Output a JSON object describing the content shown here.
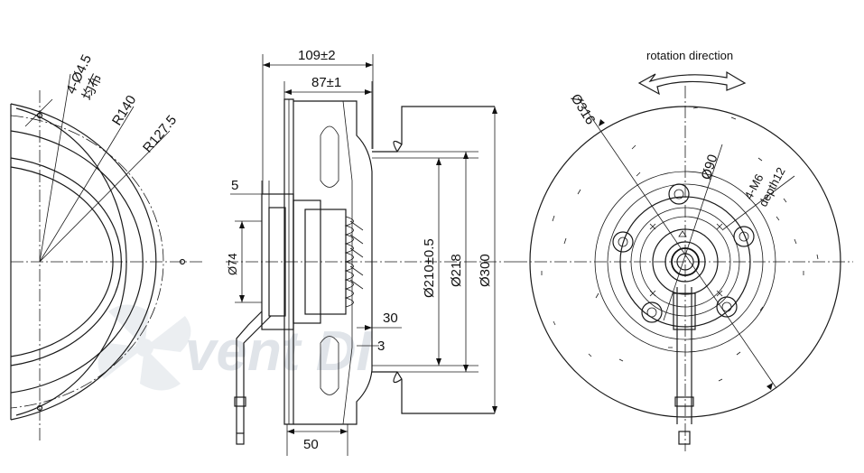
{
  "diagram": {
    "left_view": {
      "holes_label": "4-Ø4.5",
      "holes_note": "均布",
      "radius_outer": "R140",
      "radius_inner": "R127.5"
    },
    "side_view": {
      "overall_depth": "109±2",
      "body_depth": "87±1",
      "flange_thickness": "5",
      "hub_diameter": "Ø74",
      "inlet_diameter": "Ø210±0.5",
      "ring_diameter": "Ø218",
      "outer_diameter": "Ø300",
      "offset_30": "30",
      "offset_3": "3",
      "cable_offset": "50"
    },
    "front_view": {
      "rotation_label": "rotation direction",
      "impeller_diameter": "Ø316",
      "bolt_circle": "Ø90",
      "thread_label": "4-M6",
      "thread_depth": "depth12"
    },
    "watermark": "vent DI"
  }
}
